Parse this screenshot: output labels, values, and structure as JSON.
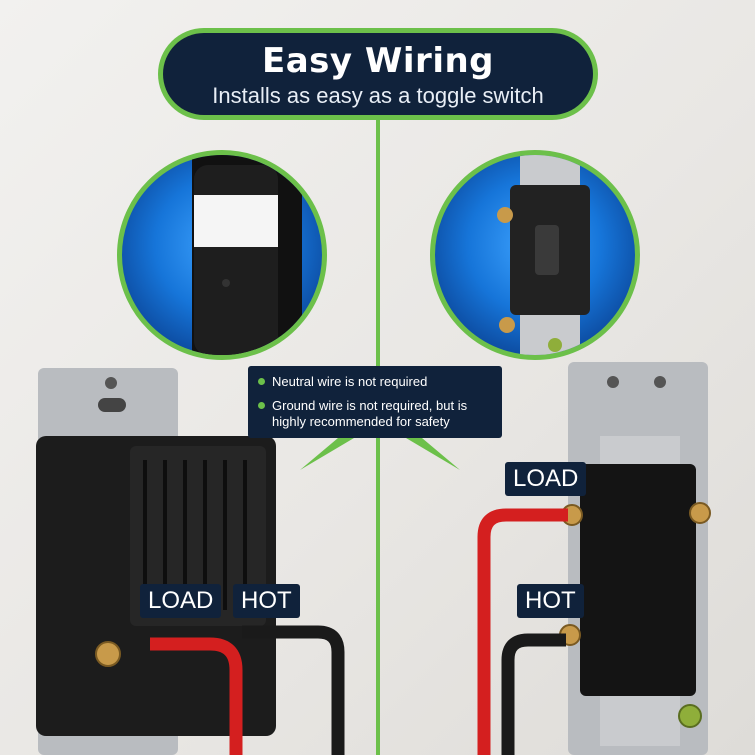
{
  "header": {
    "title": "Easy Wiring",
    "subtitle": "Installs as easy as a toggle switch"
  },
  "info_box": {
    "bullets": [
      "Neutral wire is not required",
      "Ground wire is not required, but is",
      "highly recommended for safety"
    ]
  },
  "left_device": {
    "load_label": "LOAD",
    "hot_label": "HOT"
  },
  "right_device": {
    "load_label": "LOAD",
    "hot_label": "HOT"
  },
  "colors": {
    "accent_green": "#6cc04a",
    "navy": "#10223b",
    "wire_red": "#d41f1f",
    "wire_black": "#1a1a1a"
  }
}
